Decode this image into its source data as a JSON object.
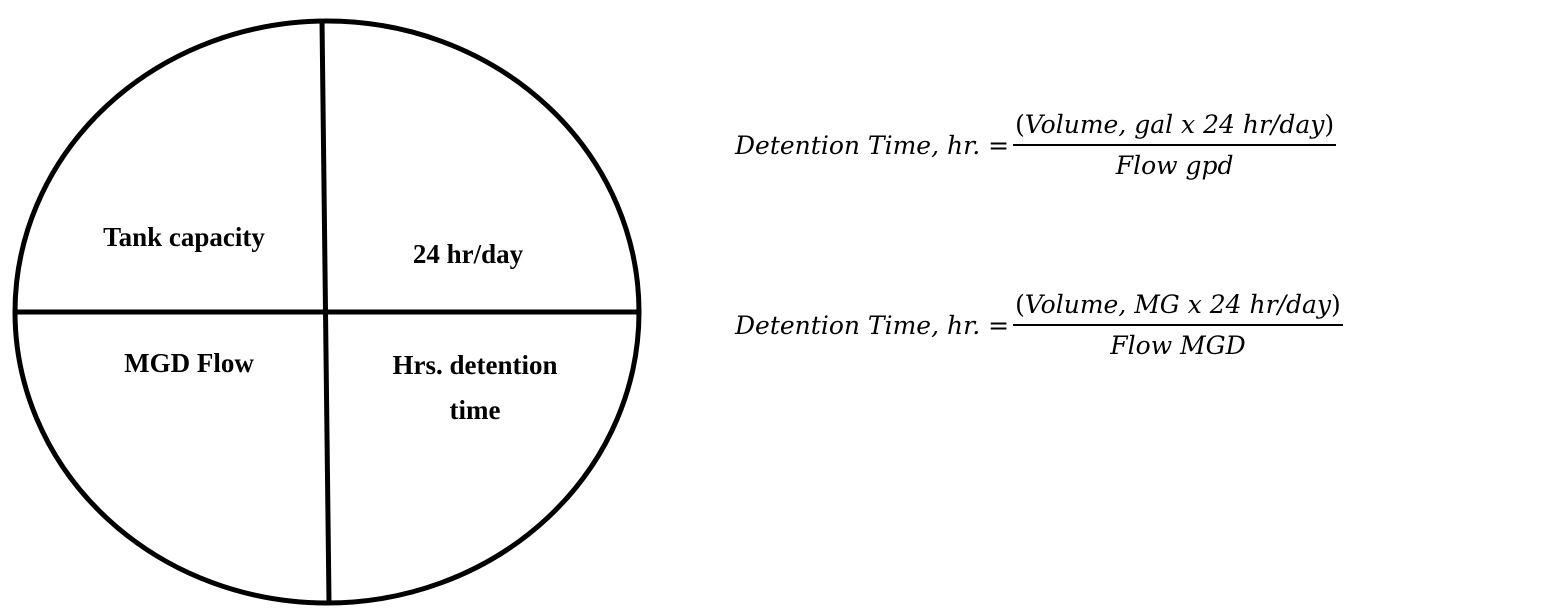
{
  "diagram": {
    "quadrants": {
      "top_left": "Tank capacity",
      "top_right": "24 hr/day",
      "bottom_left": "MGD Flow",
      "bottom_right_line1": "Hrs. detention",
      "bottom_right_line2": "time"
    }
  },
  "formulas": [
    {
      "lhs": "Detention Time, hr. =",
      "numerator": "Volume, gal x 24 hr/day",
      "denominator": "Flow gpd"
    },
    {
      "lhs": "Detention Time, hr. =",
      "numerator": "Volume, MG x 24 hr/day",
      "denominator": "Flow MGD"
    }
  ],
  "symbols": {
    "open_paren": "(",
    "close_paren": ")"
  }
}
